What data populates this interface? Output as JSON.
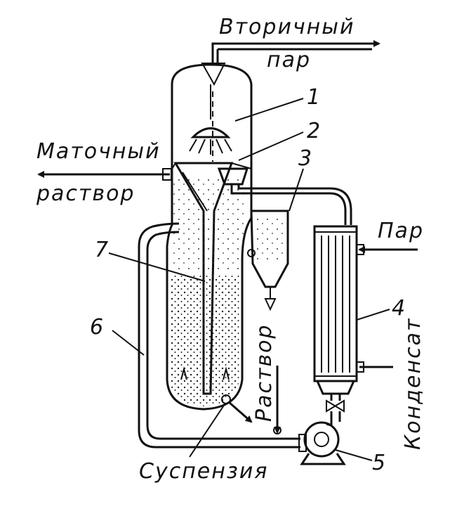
{
  "labels": {
    "secondary_steam_1": "Вторичный",
    "secondary_steam_2": "пар",
    "mother_liquor_1": "Маточный",
    "mother_liquor_2": "раствор",
    "steam": "Пар",
    "condensate": "Конденсат",
    "solution": "Раствор",
    "suspension": "Суспензия"
  },
  "numbers": {
    "n1": "1",
    "n2": "2",
    "n3": "3",
    "n4": "4",
    "n5": "5",
    "n6": "6",
    "n7": "7"
  }
}
